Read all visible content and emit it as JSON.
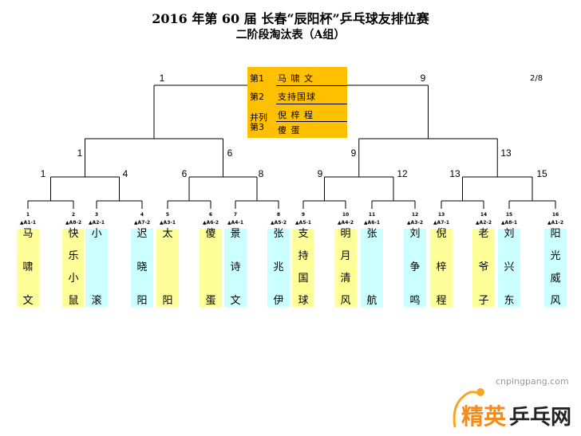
{
  "header": {
    "title": "2016 年第 60 届 长春“辰阳杯”乒乓球友排位赛",
    "subtitle": "二阶段淘汰表（A组）",
    "page_fraction": "2/8"
  },
  "podium": [
    {
      "rank": "第1",
      "name": "马 啸 文"
    },
    {
      "rank": "第2",
      "name": "支持国球"
    },
    {
      "rank": "并列",
      "name": "倪 梓 程"
    },
    {
      "rank": "第3",
      "name": "傻     蛋"
    }
  ],
  "bracket": {
    "final_left": "1",
    "final_right": "9",
    "semi": [
      "1",
      "6",
      "9",
      "13"
    ],
    "quarter": [
      "1",
      "4",
      "6",
      "8",
      "9",
      "12",
      "13",
      "15"
    ]
  },
  "slots": [
    {
      "no": "1",
      "code": "A1-1",
      "chars": [
        "马",
        "啸",
        "文"
      ],
      "color": "yellow"
    },
    {
      "no": "2",
      "code": "A8-2",
      "chars": [
        "快",
        "乐",
        "小",
        "鼠"
      ],
      "color": "yellow"
    },
    {
      "no": "3",
      "code": "A2-1",
      "chars": [
        "小",
        "滚"
      ],
      "color": "cyan"
    },
    {
      "no": "4",
      "code": "A7-2",
      "chars": [
        "迟",
        "晓",
        "阳"
      ],
      "color": "cyan"
    },
    {
      "no": "5",
      "code": "A3-1",
      "chars": [
        "太",
        "阳"
      ],
      "color": "yellow"
    },
    {
      "no": "6",
      "code": "A6-2",
      "chars": [
        "傻",
        "蛋"
      ],
      "color": "yellow"
    },
    {
      "no": "7",
      "code": "A4-1",
      "chars": [
        "景",
        "诗",
        "文"
      ],
      "color": "cyan"
    },
    {
      "no": "8",
      "code": "A5-2",
      "chars": [
        "张",
        "兆",
        "伊"
      ],
      "color": "cyan"
    },
    {
      "no": "9",
      "code": "A5-1",
      "chars": [
        "支",
        "持",
        "国",
        "球"
      ],
      "color": "yellow"
    },
    {
      "no": "10",
      "code": "A4-2",
      "chars": [
        "明",
        "月",
        "清",
        "风"
      ],
      "color": "yellow"
    },
    {
      "no": "11",
      "code": "A6-1",
      "chars": [
        "张",
        "航"
      ],
      "color": "cyan"
    },
    {
      "no": "12",
      "code": "A3-2",
      "chars": [
        "刘",
        "争",
        "鸣"
      ],
      "color": "cyan"
    },
    {
      "no": "13",
      "code": "A7-1",
      "chars": [
        "倪",
        "梓",
        "程"
      ],
      "color": "yellow"
    },
    {
      "no": "14",
      "code": "A2-2",
      "chars": [
        "老",
        "爷",
        "子"
      ],
      "color": "yellow"
    },
    {
      "no": "15",
      "code": "A8-1",
      "chars": [
        "刘",
        "兴",
        "东"
      ],
      "color": "cyan"
    },
    {
      "no": "16",
      "code": "A1-2",
      "chars": [
        "阳",
        "光",
        "威",
        "风"
      ],
      "color": "cyan"
    }
  ],
  "watermark": {
    "url": "cnpingpang.com",
    "logo_text": "精英乒乓网"
  }
}
